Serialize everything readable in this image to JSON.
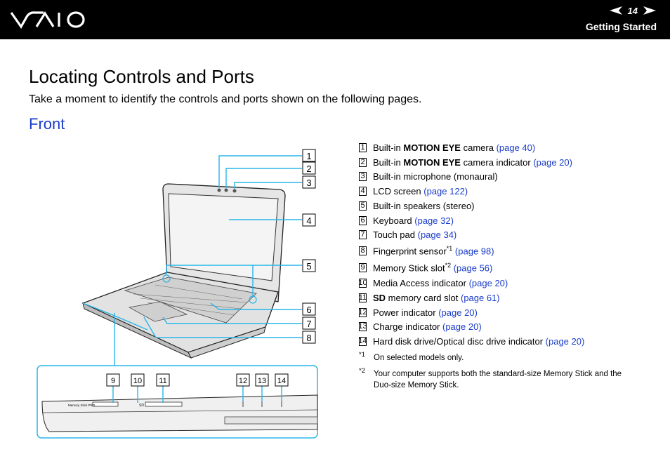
{
  "header": {
    "page_number": "14",
    "section": "Getting Started"
  },
  "title": "Locating Controls and Ports",
  "subtitle": "Take a moment to identify the controls and ports shown on the following pages.",
  "section_heading": "Front",
  "callouts": [
    {
      "num": "1",
      "pre": "Built-in ",
      "bold": "MOTION EYE",
      "post": " camera ",
      "link": "(page 40)"
    },
    {
      "num": "2",
      "pre": "Built-in ",
      "bold": "MOTION EYE",
      "post": " camera indicator ",
      "link": "(page 20)"
    },
    {
      "num": "3",
      "pre": "Built-in microphone (monaural)",
      "bold": "",
      "post": "",
      "link": ""
    },
    {
      "num": "4",
      "pre": "LCD screen ",
      "bold": "",
      "post": "",
      "link": "(page 122)"
    },
    {
      "num": "5",
      "pre": "Built-in speakers (stereo)",
      "bold": "",
      "post": "",
      "link": ""
    },
    {
      "num": "6",
      "pre": "Keyboard ",
      "bold": "",
      "post": "",
      "link": "(page 32)"
    },
    {
      "num": "7",
      "pre": "Touch pad ",
      "bold": "",
      "post": "",
      "link": "(page 34)"
    },
    {
      "num": "8",
      "pre": "Fingerprint sensor",
      "sup": "*1",
      "bold": "",
      "post": " ",
      "link": "(page 98)"
    },
    {
      "num": "9",
      "pre": "Memory Stick slot",
      "sup": "*2",
      "bold": "",
      "post": " ",
      "link": "(page 56)"
    },
    {
      "num": "10",
      "pre": "Media Access indicator ",
      "bold": "",
      "post": "",
      "link": "(page 20)"
    },
    {
      "num": "11",
      "pre": "",
      "bold": "SD",
      "post": " memory card slot ",
      "link": "(page 61)"
    },
    {
      "num": "12",
      "pre": "Power indicator ",
      "bold": "",
      "post": "",
      "link": "(page 20)"
    },
    {
      "num": "13",
      "pre": "Charge indicator ",
      "bold": "",
      "post": "",
      "link": "(page 20)"
    },
    {
      "num": "14",
      "pre": "Hard disk drive/Optical disc drive indicator ",
      "bold": "",
      "post": "",
      "link": "(page 20)"
    }
  ],
  "footnotes": [
    {
      "mark": "*1",
      "text": "On selected models only."
    },
    {
      "mark": "*2",
      "text": "Your computer supports both the standard-size Memory Stick and the Duo-size Memory Stick."
    }
  ],
  "figure": {
    "labels": [
      "1",
      "2",
      "3",
      "4",
      "5",
      "6",
      "7",
      "8",
      "9",
      "10",
      "11",
      "12",
      "13",
      "14"
    ],
    "port_labels": {
      "memory_stick": "Memory Stick PRO",
      "sd": "SD"
    }
  },
  "colors": {
    "link": "#1a3cc8",
    "heading": "#1a3cc8",
    "callout_line": "#29b6e8",
    "header_bg": "#000000"
  }
}
